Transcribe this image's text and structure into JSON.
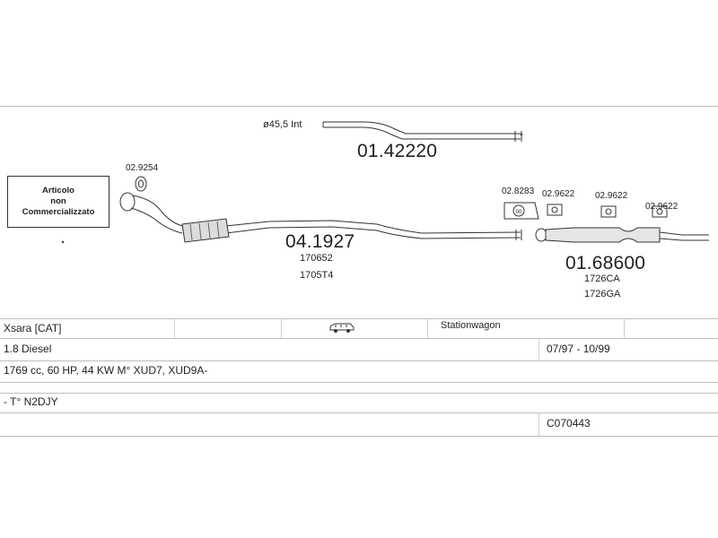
{
  "note_box": {
    "line1": "Articolo",
    "line2": "non",
    "line3": "Commercializzato"
  },
  "parts": {
    "front_pipe": {
      "code": "04.1927",
      "refs": [
        "170652",
        "1705T4"
      ]
    },
    "gasket": {
      "code": "02.9254"
    },
    "upper_pipe": {
      "code": "01.42220",
      "spec": "ø45,5 Int"
    },
    "rear_muffler": {
      "code": "01.68600",
      "refs": [
        "1726CA",
        "1726GA"
      ]
    },
    "mount_a": {
      "code": "02.8283"
    },
    "mount_b": {
      "code": "02.9622"
    },
    "mount_c": {
      "code": "02.9622"
    },
    "mount_d": {
      "code": "02.9622"
    }
  },
  "info_table": {
    "row1": {
      "model": "Xsara  [CAT]",
      "body_type": "Stationwagon",
      "vehicle_icon": "car-icon"
    },
    "row2": {
      "engine": "1.8 Diesel",
      "period": "07/97 - 10/99"
    },
    "row3": {
      "specs": "1769 cc, 60 HP, 44 KW M° XUD7, XUD9A-"
    },
    "row4": {
      "type": "- T° N2DJY"
    },
    "row5": {
      "catalog_code": "C070443"
    }
  },
  "colors": {
    "line": "#bdbdbd",
    "ink": "#222222",
    "part_fill": "#e6e6e6"
  }
}
